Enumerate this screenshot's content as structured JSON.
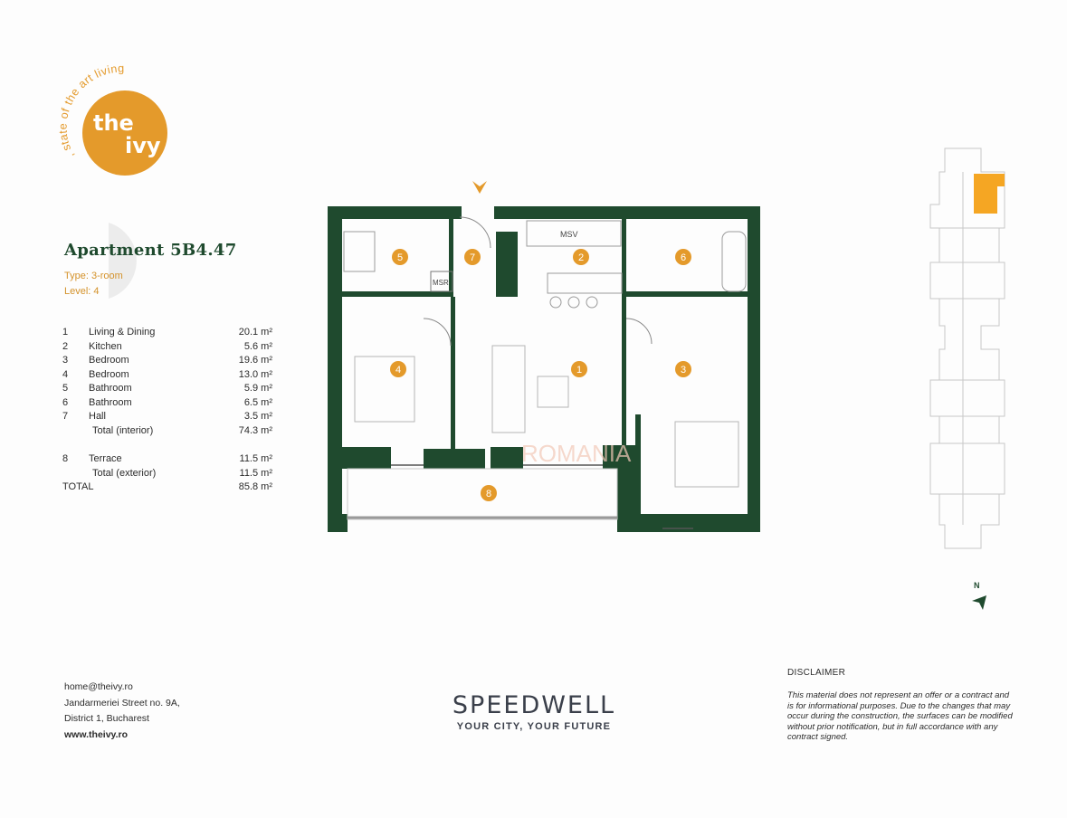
{
  "logo": {
    "ring_text": ", state of the art living",
    "word1": "the",
    "word2": "ivy",
    "color": "#e49a2b"
  },
  "apartment": {
    "title": "Apartment 5B4.47",
    "type": "Type: 3-room",
    "level": "Level: 4"
  },
  "areas": {
    "rooms": [
      {
        "num": "1",
        "name": "Living & Dining",
        "area": "20.1 m²"
      },
      {
        "num": "2",
        "name": "Kitchen",
        "area": "5.6 m²"
      },
      {
        "num": "3",
        "name": "Bedroom",
        "area": "19.6 m²"
      },
      {
        "num": "4",
        "name": "Bedroom",
        "area": "13.0 m²"
      },
      {
        "num": "5",
        "name": "Bathroom",
        "area": "5.9 m²"
      },
      {
        "num": "6",
        "name": "Bathroom",
        "area": "6.5 m²"
      },
      {
        "num": "7",
        "name": "Hall",
        "area": "3.5 m²"
      }
    ],
    "total_interior": {
      "label": "Total (interior)",
      "area": "74.3 m²"
    },
    "terrace": {
      "num": "8",
      "name": "Terrace",
      "area": "11.5 m²"
    },
    "total_exterior": {
      "label": "Total (exterior)",
      "area": "11.5 m²"
    },
    "total": {
      "label": "TOTAL",
      "area": "85.8 m²"
    }
  },
  "plan": {
    "labels": {
      "msv": "MSV",
      "msr": "MSR"
    },
    "room_markers": [
      "1",
      "2",
      "3",
      "4",
      "5",
      "6",
      "7",
      "8"
    ],
    "wall_color": "#1f4a2e",
    "marker_color": "#e49a2b",
    "highlight_color": "#f5a623"
  },
  "compass": {
    "label": "N"
  },
  "contact": {
    "email": "home@theivy.ro",
    "street": "Jandarmeriei Street no. 9A,",
    "district": "District 1, Bucharest",
    "website": "www.theivy.ro"
  },
  "brand": {
    "name": "SPEEDWELL",
    "tagline": "YOUR CITY, YOUR FUTURE"
  },
  "disclaimer": {
    "title": "DISCLAIMER",
    "text": "This material does not represent an offer or a contract and is for informational purposes. Due to the changes that may occur during the construction, the surfaces can be modified without prior notification, but in full accordance with any contract signed."
  },
  "watermark": "ROMANIA"
}
